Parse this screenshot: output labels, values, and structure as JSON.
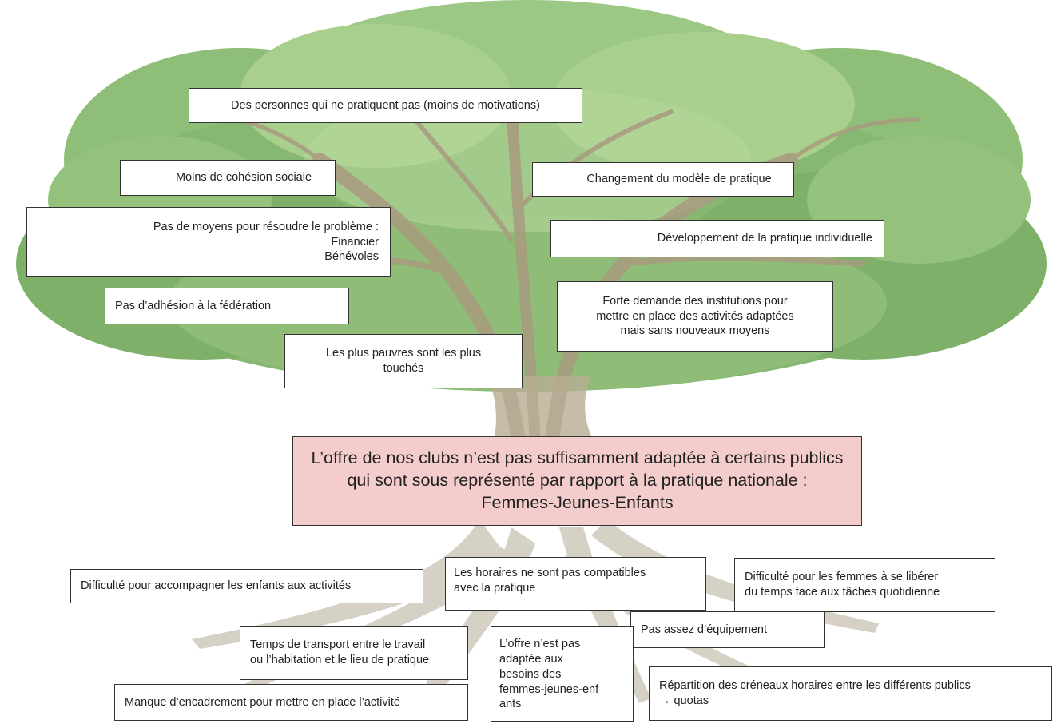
{
  "colors": {
    "foliage_dark": "#7fb06a",
    "foliage_light": "#a9cf8c",
    "trunk": "#b0a48a",
    "problem_fill": "#f4cccc",
    "box_border": "#333333"
  },
  "effects": [
    "Des personnes qui ne pratiquent pas (moins de motivations)",
    "Moins de cohésion sociale",
    "Changement du modèle de pratique",
    "Pas de moyens pour résoudre le problème :\nFinancier\nBénévoles",
    "Développement de la pratique individuelle",
    "Pas d’adhésion à la fédération",
    "Forte demande des institutions pour\nmettre en place des activités adaptées\nmais sans nouveaux moyens",
    "Les plus pauvres sont les plus\ntouchés"
  ],
  "central_problem": "L’offre de nos clubs n’est pas suffisamment adaptée à certains publics qui sont sous représenté par rapport à la pratique nationale : Femmes-Jeunes-Enfants",
  "causes": [
    "Difficulté pour accompagner les enfants aux activités",
    "Les horaires ne sont pas compatibles\navec la pratique",
    "Difficulté pour les femmes à se libérer\ndu temps face aux tâches quotidienne",
    "Pas assez d’équipement",
    "Temps de transport entre le travail\nou l’habitation et le lieu de pratique",
    "L’offre n’est pas\nadaptée aux\nbesoins des\nfemmes-jeunes-enf\nants",
    "Répartition des créneaux horaires entre les différents publics\n→ quotas",
    "Manque d’encadrement pour mettre en place l’activité"
  ]
}
